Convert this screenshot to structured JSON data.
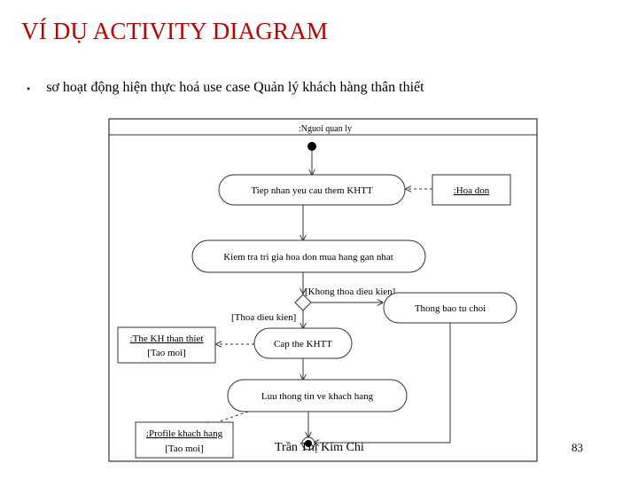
{
  "slide": {
    "title": "VÍ DỤ ACTIVITY DIAGRAM",
    "bullet_text": "sơ hoạt động hiện thực hoá use case Quản lý khách hàng thân thiết",
    "author": "Trần Thị Kim Chi",
    "page_number": "83"
  },
  "diagram": {
    "swimlane": ":Nguoi quan ly",
    "activities": {
      "receive": "Tiep nhan yeu cau them KHTT",
      "check": "Kiem tra tri gia hoa don mua hang gan nhat",
      "notify": "Thong bao tu choi",
      "issue": "Cap the KHTT",
      "save": "Luu thong tin ve khach hang"
    },
    "objects": {
      "invoice": ":Hoa don",
      "card_name": ":The KH than thiet",
      "card_state": "[Tao moi]",
      "profile_name": ":Profile khach hang",
      "profile_state": "[Tao moi]"
    },
    "guards": {
      "not_met": "[Khong thoa dieu kien]",
      "met": "[Thoa dieu kien]"
    }
  }
}
